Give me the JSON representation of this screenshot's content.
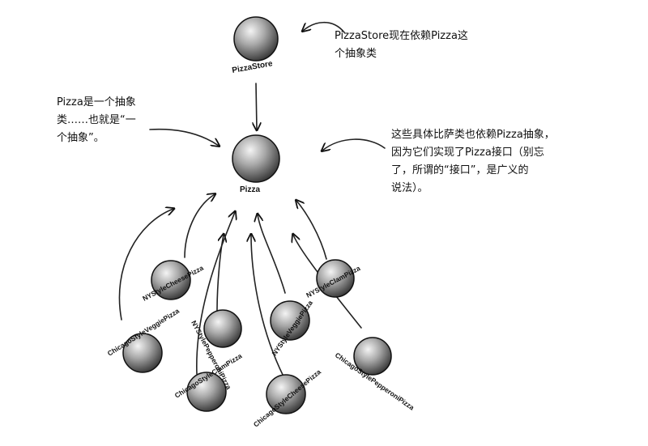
{
  "nodes": {
    "store": "PizzaStore",
    "pizza": "Pizza",
    "ny_cheese": "NYStyleCheesePizza",
    "ny_clam": "NYStyleClamPizza",
    "ny_pepperoni": "NYStylePepperoniPizza",
    "ny_veggie": "NYStyleVeggiePizza",
    "chicago_veggie": "ChicagoStyleVeggiePizza",
    "chicago_clam": "ChicagoStyleClamPizza",
    "chicago_cheese": "ChicagoStyleCheesePizza",
    "chicago_pepperoni": "ChicagoStylePepperoniPizza"
  },
  "annotations": {
    "store_note": "PizzaStore现在依赖Pizza这\n个抽象类",
    "pizza_note": "Pizza是一个抽象\n类……也就是“一\n个抽象”。",
    "concrete_note": "这些具体比萨类也依赖Pizza抽象，\n因为它们实现了Pizza接口（别忘\n了，所谓的“接口”，是广义的\n说法）。"
  }
}
